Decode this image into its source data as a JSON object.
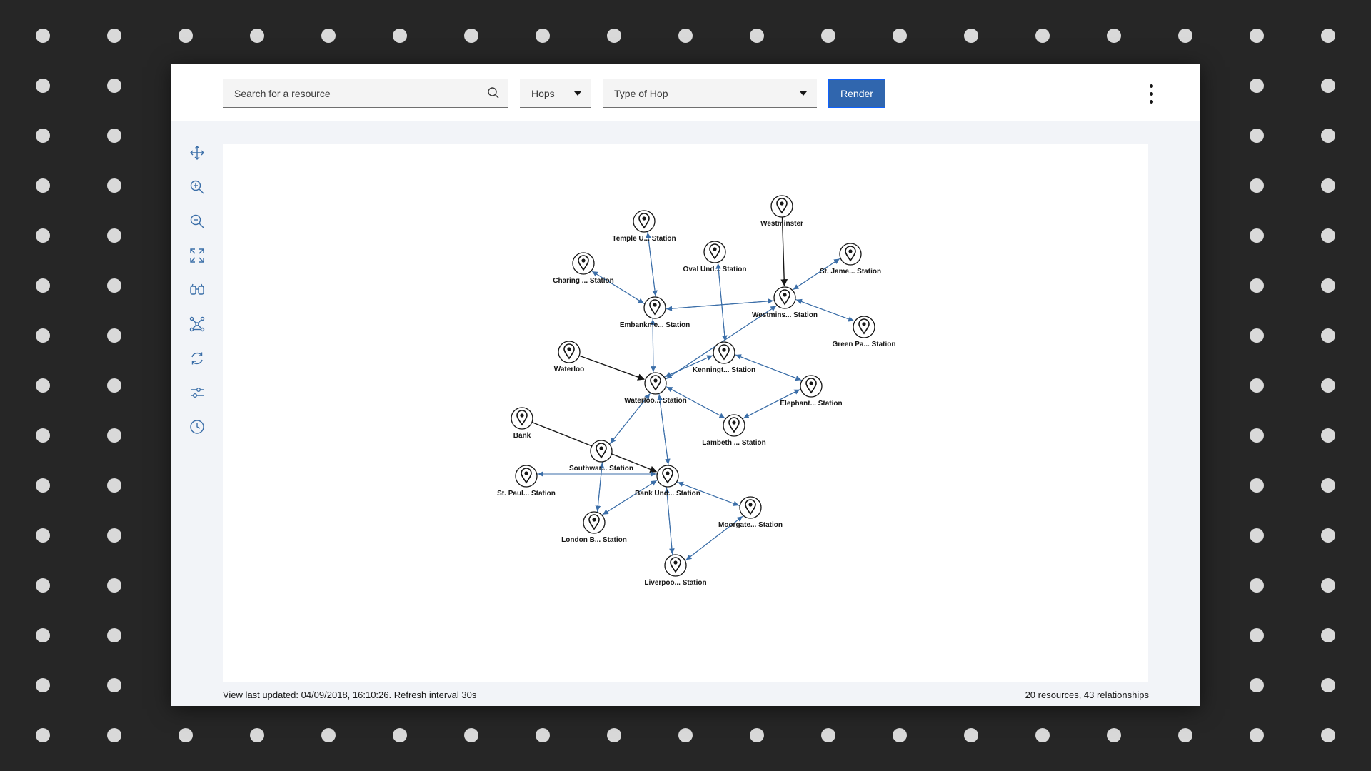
{
  "toolbar": {
    "search_placeholder": "Search for a resource",
    "hops_label": "Hops",
    "type_of_hop_label": "Type of Hop",
    "render_label": "Render"
  },
  "sidebar": {
    "tools": [
      "move-icon",
      "zoom-in-icon",
      "zoom-out-icon",
      "fit-to-screen-icon",
      "find-icon",
      "layout-icon",
      "refresh-icon",
      "settings-sliders-icon",
      "history-clock-icon"
    ]
  },
  "graph": {
    "nodes": [
      {
        "id": "temple",
        "label": "Temple U... Station"
      },
      {
        "id": "westminster",
        "label": "Westminster"
      },
      {
        "id": "charing",
        "label": "Charing ... Station"
      },
      {
        "id": "oval",
        "label": "Oval Und... Station"
      },
      {
        "id": "stjames",
        "label": "St. Jame... Station"
      },
      {
        "id": "embankment",
        "label": "Embankme... Station"
      },
      {
        "id": "westminsstation",
        "label": "Westmins... Station"
      },
      {
        "id": "greenpark",
        "label": "Green Pa... Station"
      },
      {
        "id": "waterloo",
        "label": "Waterloo"
      },
      {
        "id": "kennington",
        "label": "Kenningt... Station"
      },
      {
        "id": "waterloostation",
        "label": "Waterloo... Station"
      },
      {
        "id": "elephant",
        "label": "Elephant... Station"
      },
      {
        "id": "bank",
        "label": "Bank"
      },
      {
        "id": "lambeth",
        "label": "Lambeth ... Station"
      },
      {
        "id": "southwark",
        "label": "Southwar... Station"
      },
      {
        "id": "stpauls",
        "label": "St. Paul... Station"
      },
      {
        "id": "bankund",
        "label": "Bank Und... Station"
      },
      {
        "id": "moorgate",
        "label": "Moorgate... Station"
      },
      {
        "id": "londonbridge",
        "label": "London B... Station"
      },
      {
        "id": "liverpool",
        "label": "Liverpoo... Station"
      }
    ],
    "edges": [
      {
        "from": "westminster",
        "to": "westminsstation",
        "kind": "origin"
      },
      {
        "from": "waterloo",
        "to": "waterloostation",
        "kind": "origin"
      },
      {
        "from": "bank",
        "to": "bankund",
        "kind": "origin"
      },
      {
        "from": "temple",
        "to": "embankment",
        "kind": "link"
      },
      {
        "from": "embankment",
        "to": "temple",
        "kind": "link"
      },
      {
        "from": "charing",
        "to": "embankment",
        "kind": "link"
      },
      {
        "from": "embankment",
        "to": "charing",
        "kind": "link"
      },
      {
        "from": "embankment",
        "to": "westminsstation",
        "kind": "link"
      },
      {
        "from": "westminsstation",
        "to": "embankment",
        "kind": "link"
      },
      {
        "from": "stjames",
        "to": "westminsstation",
        "kind": "link"
      },
      {
        "from": "westminsstation",
        "to": "stjames",
        "kind": "link"
      },
      {
        "from": "westminsstation",
        "to": "greenpark",
        "kind": "link"
      },
      {
        "from": "greenpark",
        "to": "westminsstation",
        "kind": "link"
      },
      {
        "from": "oval",
        "to": "kennington",
        "kind": "link"
      },
      {
        "from": "kennington",
        "to": "oval",
        "kind": "link"
      },
      {
        "from": "embankment",
        "to": "waterloostation",
        "kind": "link"
      },
      {
        "from": "waterloostation",
        "to": "embankment",
        "kind": "link"
      },
      {
        "from": "waterloostation",
        "to": "westminsstation",
        "kind": "link"
      },
      {
        "from": "westminsstation",
        "to": "waterloostation",
        "kind": "link"
      },
      {
        "from": "waterloostation",
        "to": "kennington",
        "kind": "link"
      },
      {
        "from": "kennington",
        "to": "waterloostation",
        "kind": "link"
      },
      {
        "from": "kennington",
        "to": "elephant",
        "kind": "link"
      },
      {
        "from": "elephant",
        "to": "kennington",
        "kind": "link"
      },
      {
        "from": "elephant",
        "to": "lambeth",
        "kind": "link"
      },
      {
        "from": "lambeth",
        "to": "elephant",
        "kind": "link"
      },
      {
        "from": "lambeth",
        "to": "waterloostation",
        "kind": "link"
      },
      {
        "from": "waterloostation",
        "to": "lambeth",
        "kind": "link"
      },
      {
        "from": "waterloostation",
        "to": "southwark",
        "kind": "link"
      },
      {
        "from": "southwark",
        "to": "waterloostation",
        "kind": "link"
      },
      {
        "from": "waterloostation",
        "to": "bankund",
        "kind": "link"
      },
      {
        "from": "bankund",
        "to": "waterloostation",
        "kind": "link"
      },
      {
        "from": "southwark",
        "to": "londonbridge",
        "kind": "link"
      },
      {
        "from": "londonbridge",
        "to": "southwark",
        "kind": "link"
      },
      {
        "from": "bankund",
        "to": "stpauls",
        "kind": "link"
      },
      {
        "from": "stpauls",
        "to": "bankund",
        "kind": "link"
      },
      {
        "from": "bankund",
        "to": "londonbridge",
        "kind": "link"
      },
      {
        "from": "londonbridge",
        "to": "bankund",
        "kind": "link"
      },
      {
        "from": "bankund",
        "to": "moorgate",
        "kind": "link"
      },
      {
        "from": "moorgate",
        "to": "bankund",
        "kind": "link"
      },
      {
        "from": "bankund",
        "to": "liverpool",
        "kind": "link"
      },
      {
        "from": "liverpool",
        "to": "bankund",
        "kind": "link"
      },
      {
        "from": "moorgate",
        "to": "liverpool",
        "kind": "link"
      },
      {
        "from": "liverpool",
        "to": "moorgate",
        "kind": "link"
      }
    ],
    "colors": {
      "link": "#3b6ea8",
      "origin": "#161616",
      "node_stroke": "#161616"
    }
  },
  "footer": {
    "last_updated": "View last updated: 04/09/2018, 16:10:26. Refresh interval 30s",
    "counts": "20 resources, 43 relationships"
  },
  "colors": {
    "background": "#262626",
    "accent": "#3066ae",
    "icon": "#3b6ea8"
  }
}
